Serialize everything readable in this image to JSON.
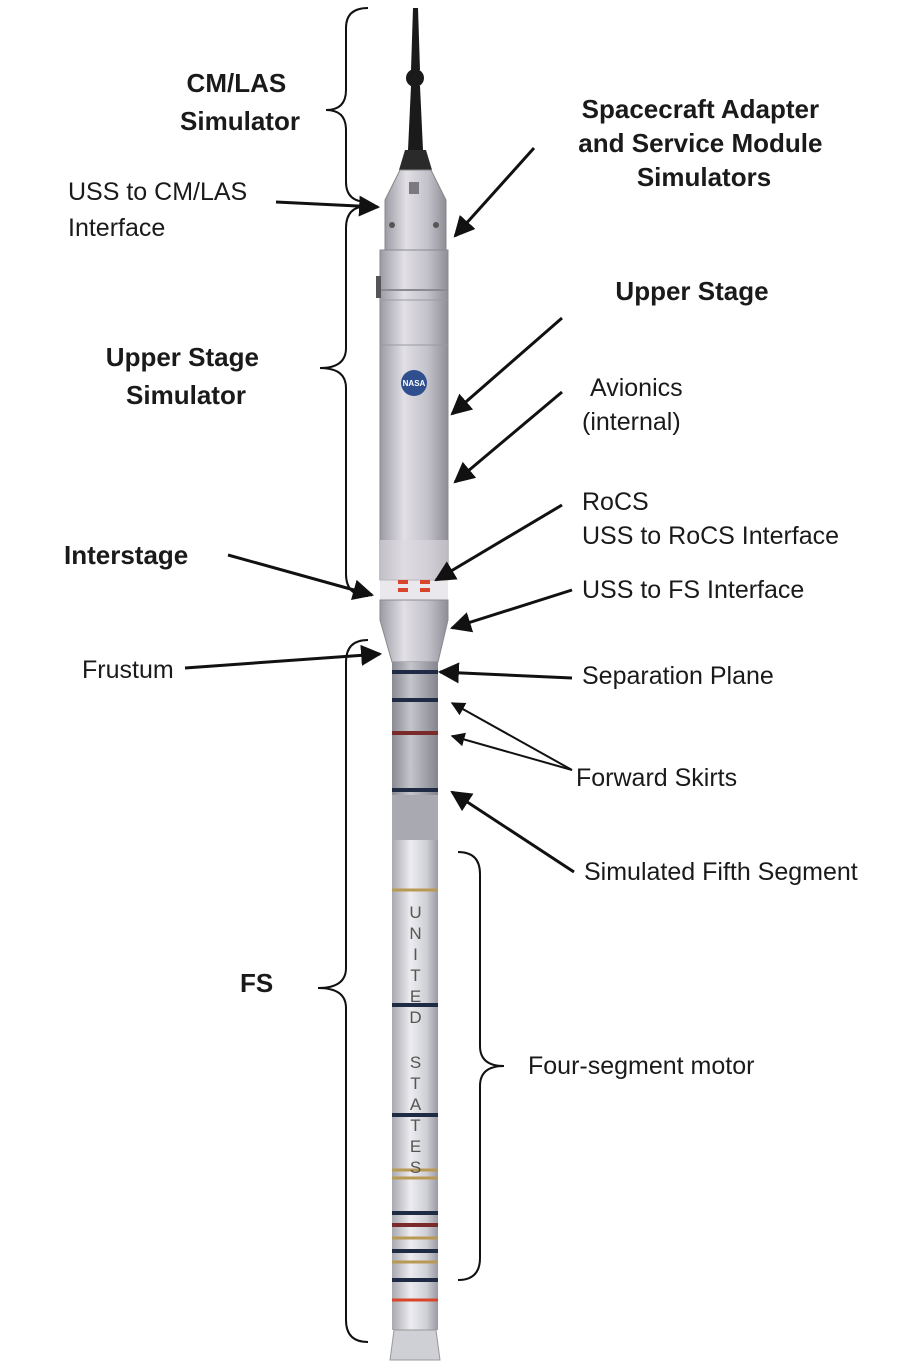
{
  "labels": {
    "cm_las_simulator": [
      "CM/LAS",
      "Simulator"
    ],
    "uss_to_cmlas": [
      "USS to CM/LAS",
      "Interface"
    ],
    "spacecraft_adapter": [
      "Spacecraft Adapter",
      "and Service Module",
      "Simulators"
    ],
    "upper_stage": "Upper Stage",
    "upper_stage_simulator": [
      "Upper Stage",
      "Simulator"
    ],
    "avionics": [
      "Avionics",
      "(internal)"
    ],
    "rocs": [
      "RoCS",
      "USS to RoCS Interface"
    ],
    "interstage": "Interstage",
    "uss_to_fs": "USS to FS Interface",
    "frustum": "Frustum",
    "separation_plane": "Separation Plane",
    "forward_skirts": "Forward Skirts",
    "simulated_fifth_segment": "Simulated Fifth Segment",
    "fs": "FS",
    "four_segment_motor": "Four-segment motor"
  },
  "rocket": {
    "logo_text": "NASA",
    "side_lettering": [
      "U",
      "N",
      "I",
      "T",
      "E",
      "D",
      "S",
      "T",
      "A",
      "T",
      "E",
      "S"
    ]
  },
  "colors": {
    "upper_body": "#c9c7cc",
    "lower_body": "#d6d6db",
    "band_dark": "#1f2a44",
    "band_red": "#7a2a2a",
    "band_tan": "#b99a55",
    "accent_red": "#d8452a"
  }
}
